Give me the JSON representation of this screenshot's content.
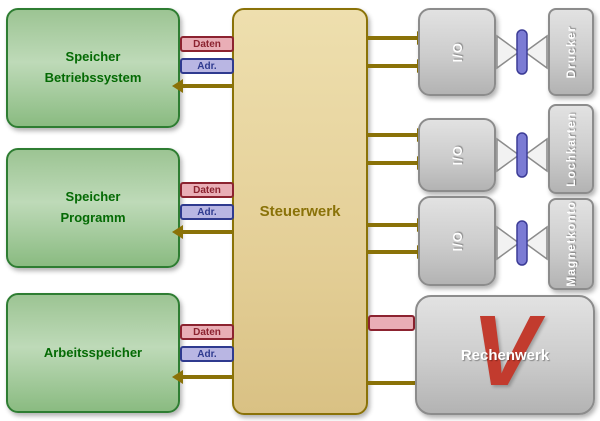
{
  "memory": {
    "boxes": [
      {
        "label": "Speicher\nBetriebssystem"
      },
      {
        "label": "Speicher\nProgramm"
      },
      {
        "label": "Arbeitsspeicher"
      }
    ]
  },
  "control_unit": {
    "label": "Steuerwerk"
  },
  "alu": {
    "label": "Rechenwerk",
    "logo": "V"
  },
  "io_units": [
    {
      "label": "I/O"
    },
    {
      "label": "I/O"
    },
    {
      "label": "I/O"
    }
  ],
  "devices": [
    {
      "label": "Drucker"
    },
    {
      "label": "Lochkarten"
    },
    {
      "label": "Magnetkonto"
    }
  ],
  "buses": {
    "data_label": "Daten",
    "addr_label": "Adr."
  },
  "colors": {
    "memory_green": "#9cc493",
    "memory_border": "#2e7d32",
    "memory_text": "#046a04",
    "control_tan": "#e4cf97",
    "control_text": "#8a7208",
    "gray_box": "#cccccc",
    "data_bus_red": "#8c2330",
    "data_bus_fill": "#e9aeb6",
    "addr_bus_blue": "#2f3a8f",
    "addr_bus_fill": "#b9b6e3",
    "arrow_olive": "#8a7208",
    "alu_logo_red": "#c23b2e",
    "connector_blue": "#7b7bd4"
  }
}
